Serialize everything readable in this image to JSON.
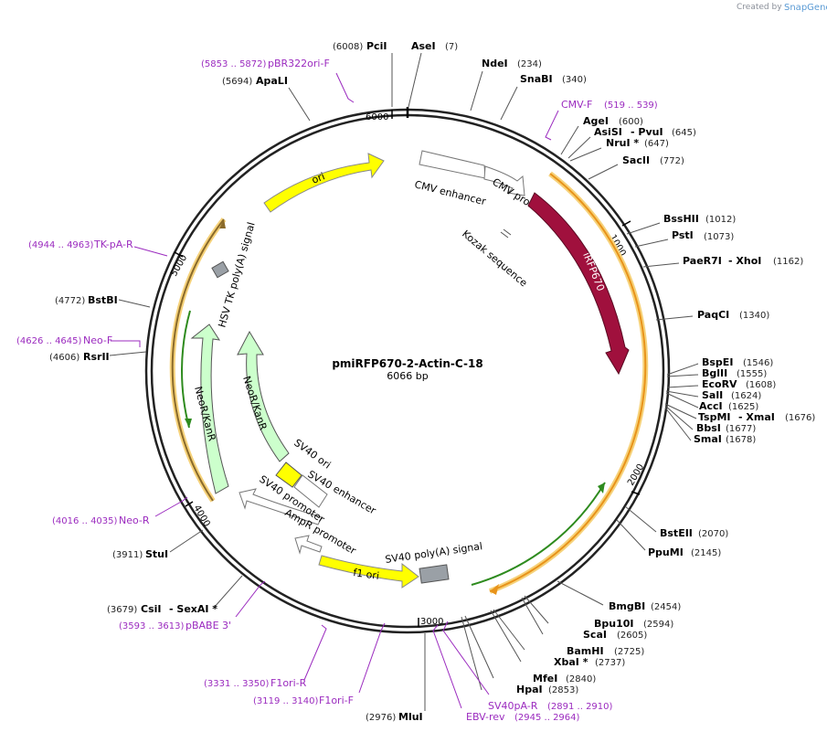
{
  "brand": {
    "created_by": "Created by",
    "name": "SnapGene"
  },
  "plasmid": {
    "name": "pmiRFP670-2-Actin-C-18",
    "size_label": "6066 bp"
  },
  "ticks": [
    "6000",
    "1000",
    "2000",
    "3000",
    "4000",
    "5000"
  ],
  "sites": [
    {
      "pos": "(6008)",
      "names": [
        "PciI"
      ]
    },
    {
      "pos": "(7)",
      "names": [
        "AseI"
      ]
    },
    {
      "pos": "(234)",
      "names": [
        "NdeI"
      ]
    },
    {
      "pos": "(340)",
      "names": [
        "SnaBI"
      ]
    },
    {
      "pos": "(600)",
      "names": [
        "AgeI"
      ]
    },
    {
      "pos": "(645)",
      "names": [
        "AsiSI",
        "- PvuI"
      ]
    },
    {
      "pos": "(647)",
      "names": [
        "NruI *"
      ]
    },
    {
      "pos": "(772)",
      "names": [
        "SacII"
      ]
    },
    {
      "pos": "(1012)",
      "names": [
        "BssHII"
      ]
    },
    {
      "pos": "(1073)",
      "names": [
        "PstI"
      ]
    },
    {
      "pos": "(1162)",
      "names": [
        "PaeR7I",
        "- XhoI"
      ]
    },
    {
      "pos": "(1340)",
      "names": [
        "PaqCI"
      ]
    },
    {
      "pos": "(1546)",
      "names": [
        "BspEI"
      ]
    },
    {
      "pos": "(1555)",
      "names": [
        "BglII"
      ]
    },
    {
      "pos": "(1608)",
      "names": [
        "EcoRV"
      ]
    },
    {
      "pos": "(1624)",
      "names": [
        "SalI"
      ]
    },
    {
      "pos": "(1625)",
      "names": [
        "AccI"
      ]
    },
    {
      "pos": "(1676)",
      "names": [
        "TspMI",
        "- XmaI"
      ]
    },
    {
      "pos": "(1677)",
      "names": [
        "BbsI"
      ]
    },
    {
      "pos": "(1678)",
      "names": [
        "SmaI"
      ]
    },
    {
      "pos": "(2070)",
      "names": [
        "BstEII"
      ]
    },
    {
      "pos": "(2145)",
      "names": [
        "PpuMI"
      ]
    },
    {
      "pos": "(2454)",
      "names": [
        "BmgBI"
      ]
    },
    {
      "pos": "(2594)",
      "names": [
        "Bpu10I"
      ]
    },
    {
      "pos": "(2605)",
      "names": [
        "ScaI"
      ]
    },
    {
      "pos": "(2725)",
      "names": [
        "BamHI"
      ]
    },
    {
      "pos": "(2737)",
      "names": [
        "XbaI *"
      ]
    },
    {
      "pos": "(2840)",
      "names": [
        "MfeI"
      ]
    },
    {
      "pos": "(2853)",
      "names": [
        "HpaI"
      ]
    },
    {
      "pos": "(2976)",
      "names": [
        "MluI"
      ]
    },
    {
      "pos": "(3679)",
      "names": [
        "CsiI",
        "- SexAI *"
      ]
    },
    {
      "pos": "(3911)",
      "names": [
        "StuI"
      ]
    },
    {
      "pos": "(4606)",
      "names": [
        "RsrII"
      ]
    },
    {
      "pos": "(4772)",
      "names": [
        "BstBI"
      ]
    },
    {
      "pos": "(5694)",
      "names": [
        "ApaLI"
      ]
    }
  ],
  "primers": [
    {
      "name": "pBR322ori-F",
      "range": "(5853 .. 5872)"
    },
    {
      "name": "CMV-F",
      "range": "(519 .. 539)"
    },
    {
      "name": "TK-pA-R",
      "range": "(4944 .. 4963)"
    },
    {
      "name": "Neo-F",
      "range": "(4626 .. 4645)"
    },
    {
      "name": "Neo-R",
      "range": "(4016 .. 4035)"
    },
    {
      "name": "pBABE 3'",
      "range": "(3593 .. 3613)"
    },
    {
      "name": "F1ori-R",
      "range": "(3331 .. 3350)"
    },
    {
      "name": "F1ori-F",
      "range": "(3119 .. 3140)"
    },
    {
      "name": "EBV-rev",
      "range": "(2945 .. 2964)"
    },
    {
      "name": "SV40pA-R",
      "range": "(2891 .. 2910)"
    }
  ],
  "features": {
    "cmv_enhancer": "CMV enhancer",
    "cmv_promoter": "CMV promoter",
    "kozak": "Kozak sequence",
    "irfp670": "iRFP670",
    "ori": "ori",
    "hsv_tk": "HSV TK poly(A) signal",
    "neor1": "NeoR/KanR",
    "neor2": "NeoR/KanR",
    "sv40_ori": "SV40 ori",
    "sv40_enhancer": "SV40 enhancer",
    "sv40_promoter": "SV40 promoter",
    "ampr_promoter": "AmpR promoter",
    "f1_ori": "f1 ori",
    "sv40_polya": "SV40 poly(A) signal"
  },
  "colors": {
    "irfp670": "#a0103d",
    "ori": "#ffff00",
    "neor": "#ccffcc",
    "orf_orange": "#e8931a",
    "orf_green": "#2e8b1e",
    "primer": "#9b2bbf",
    "polya_gray": "#9aa0a6"
  }
}
